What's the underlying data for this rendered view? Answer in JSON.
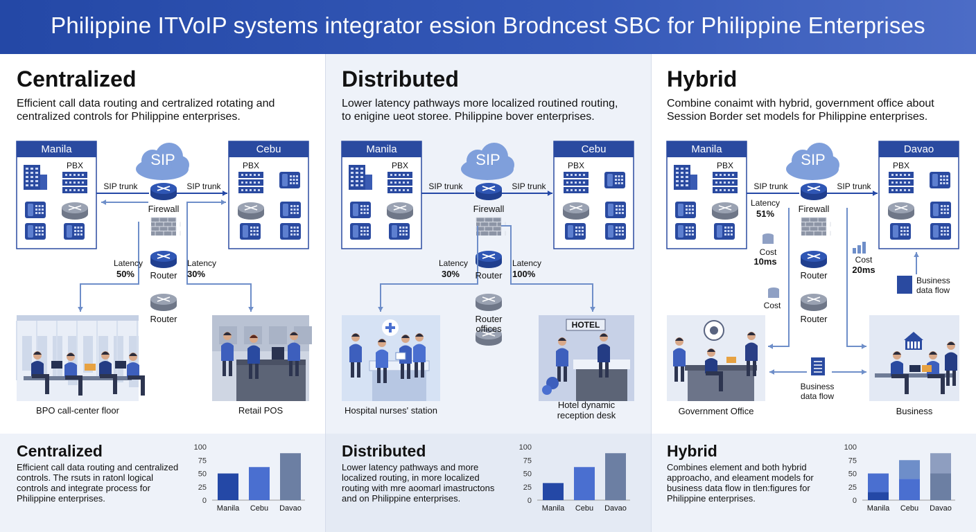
{
  "title": "Philippine ITVoIP systems integrator ession Brodncest SBC for Philippine Enterprises",
  "colors": {
    "primary": "#2448a6",
    "mid": "#4a6fd0",
    "light": "#6e8ec9",
    "slate": "#6c7fa3",
    "bg": "#eef2f9"
  },
  "panels": [
    {
      "heading": "Centralized",
      "subtext": "Efficient call data routing and certralized rotating and\ncentralized controls    for Philippine enterprises.",
      "site_left": "Manila",
      "site_right": "Cebu",
      "pbx_left": "PBX",
      "pbx_right": "PBX",
      "cloud": "SIP",
      "trunk_left": "SIP trunk",
      "trunk_right": "SIP trunk",
      "firewall": "Firewall",
      "router1": "Router",
      "router2": "Router",
      "latency_left_label": "Latency",
      "latency_left_value": "50%",
      "latency_right_label": "Latency",
      "latency_right_value": "30%",
      "scene_left": "BPO call-center floor",
      "scene_right": "Retail POS",
      "summary_heading": "Centralized",
      "summary_text": "Efficient call data routing and centralized\ncontrols. The rsuts in ratonl logical\ncontrols and integrate process for\nPhilippine enterprises."
    },
    {
      "heading": "Distributed",
      "subtext": "Lower latency pathways more localized routined routing,\nto enigine ueot storee. Philippine bover enterprises.",
      "site_left": "Manila",
      "site_right": "Cebu",
      "pbx_left": "PBX",
      "pbx_right": "PBX",
      "cloud": "SIP",
      "trunk_left": "SIP trunk",
      "trunk_right": "SIP trunk",
      "firewall": "Firewall",
      "router1": "Router",
      "router2": "Router\noffices",
      "latency_left_label": "Latency",
      "latency_left_value": "30%",
      "latency_right_label": "Latency",
      "latency_right_value": "100%",
      "hotel_sign": "HOTEL",
      "scene_left": "Hospital nurses' station",
      "scene_right": "Hotel dynamic\nreception desk",
      "summary_heading": "Distributed",
      "summary_text": "Lower latency pathways and more\nlocalized routing, in more localized\nrouting with mre aoomarl imastructons\nand on Philippine enterprises."
    },
    {
      "heading": "Hybrid",
      "subtext": "Combine conaimt with hybrid, government office about\nSession Border set models for Philippine enterprises.",
      "site_left": "Manila",
      "site_right": "Davao",
      "pbx_left": "PBX",
      "pbx_right": "PBX",
      "cloud": "SIP",
      "trunk_left": "SIP trunk",
      "trunk_right": "SIP trunk",
      "firewall": "Firewall",
      "router1": "Router",
      "router2": "Router",
      "latency_label": "Latency",
      "latency_value": "51%",
      "cost1_label": "Cost",
      "cost1_value": "10ms",
      "cost2_label": "Cost",
      "cost3_label": "Cost",
      "cost3_value": "20ms",
      "flow_right": "Business\ndata flow",
      "flow_mid": "Business\ndata flow",
      "scene_left": "Government Office",
      "scene_right": "Business",
      "summary_heading": "Hybrid",
      "summary_text": "Combines element and both hybrid\napproacho, and eleament models for\nbusiness data flow in tlen:figures for\nPhilippine enterprises."
    }
  ],
  "chart_data": [
    {
      "type": "bar",
      "categories": [
        "Manila",
        "Cebu",
        "Davao"
      ],
      "yticks": [
        "100",
        "75",
        "50",
        "25",
        "0"
      ],
      "ylim": [
        0,
        100
      ],
      "values": [
        50,
        62,
        88
      ],
      "colors": [
        "#2448a6",
        "#4a6fd0",
        "#6c7fa3"
      ]
    },
    {
      "type": "bar",
      "categories": [
        "Manila",
        "Cebu",
        "Davao"
      ],
      "yticks": [
        "100",
        "75",
        "50",
        "25",
        "0"
      ],
      "ylim": [
        0,
        100
      ],
      "values": [
        32,
        62,
        88
      ],
      "colors": [
        "#2448a6",
        "#4a6fd0",
        "#6c7fa3"
      ]
    },
    {
      "type": "bar",
      "stacked": true,
      "categories": [
        "Manila",
        "Cebu",
        "Davao"
      ],
      "yticks": [
        "100",
        "75",
        "50",
        "25",
        "0"
      ],
      "ylim": [
        0,
        100
      ],
      "series": [
        {
          "values": [
            15,
            40,
            50
          ],
          "colors": [
            "#2448a6",
            "#4a6fd0",
            "#6c7fa3"
          ]
        },
        {
          "values": [
            35,
            35,
            38
          ],
          "colors": [
            "#4a6fd0",
            "#6e8ec9",
            "#8e9ec0"
          ]
        }
      ]
    }
  ]
}
